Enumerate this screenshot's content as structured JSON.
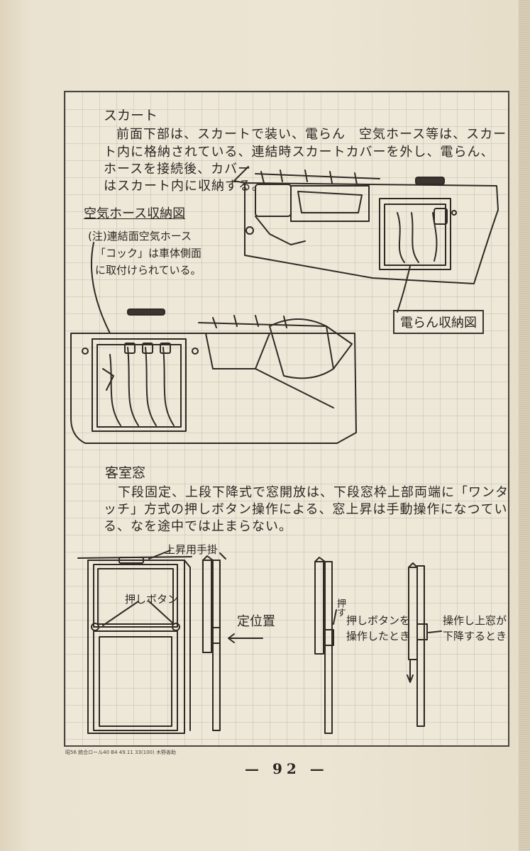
{
  "skirt": {
    "heading": "スカート",
    "line1": "前面下部は、スカートで装い、電らん　空気ホース等は、スカー",
    "line2": "ト内に格納されている、連結時スカートカバーを外し、電らん、",
    "line3": "ホースを接続後、カバー",
    "line4": "はスカート内に収納する。"
  },
  "air_hose": {
    "heading": "空気ホース収納図",
    "note1": "(注)連結面空気ホース",
    "note2": "「コック」は車体側面",
    "note3": "に取付けられている。"
  },
  "cable_label": "電らん収納図",
  "window": {
    "heading": "客室窓",
    "line1": "下段固定、上段下降式で窓開放は、下段窓枠上部両端に「ワンタ",
    "line2": "ッチ」方式の押しボタン操作による、窓上昇は手動操作になつてい",
    "line3": "る、なを途中では止まらない。"
  },
  "diagram_labels": {
    "lift_handle": "上昇用手掛",
    "push_button": "押しボタン",
    "fixed_position": "定位置",
    "push_small": "押す",
    "when_pushed_1": "押しボタンを",
    "when_pushed_2": "操作したとき",
    "when_lowering_1": "操作し上窓が",
    "when_lowering_2": "下降するとき"
  },
  "print_note": "昭56 統合ロール40 B4 49.11 33(100) 木野善助",
  "page_number": "92"
}
